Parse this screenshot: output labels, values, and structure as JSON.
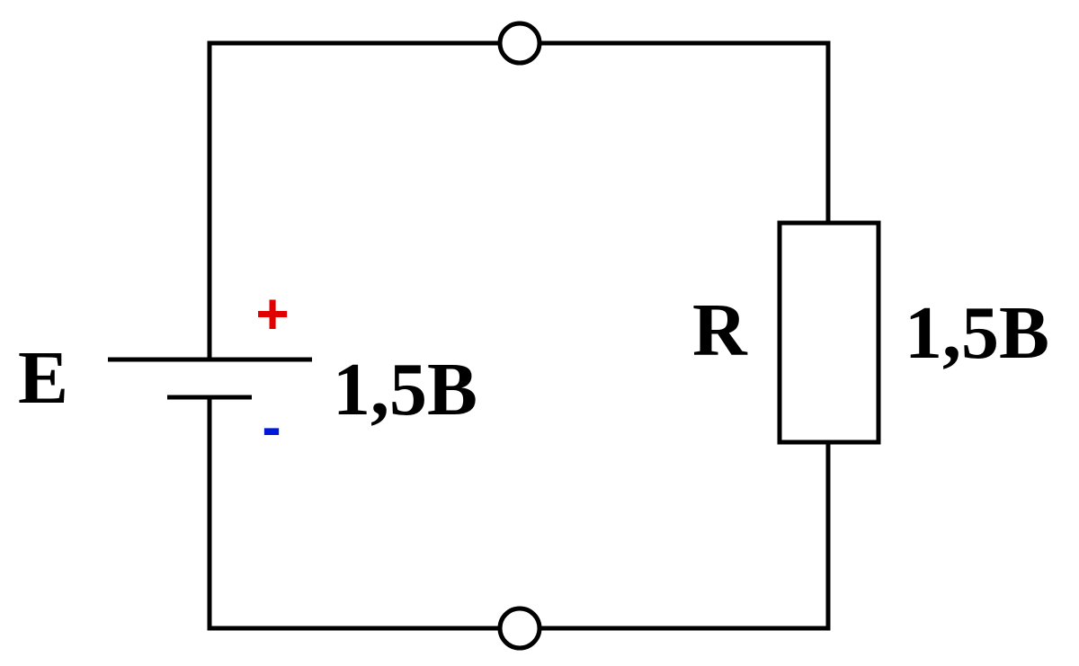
{
  "battery": {
    "name": "E",
    "voltage": "1,5B",
    "plus": "+",
    "minus": "-",
    "plus_color": "#e00000",
    "minus_color": "#0018d8"
  },
  "resistor": {
    "name": "R",
    "voltage": "1,5B"
  },
  "colors": {
    "line": "#000000",
    "background": "#ffffff"
  }
}
